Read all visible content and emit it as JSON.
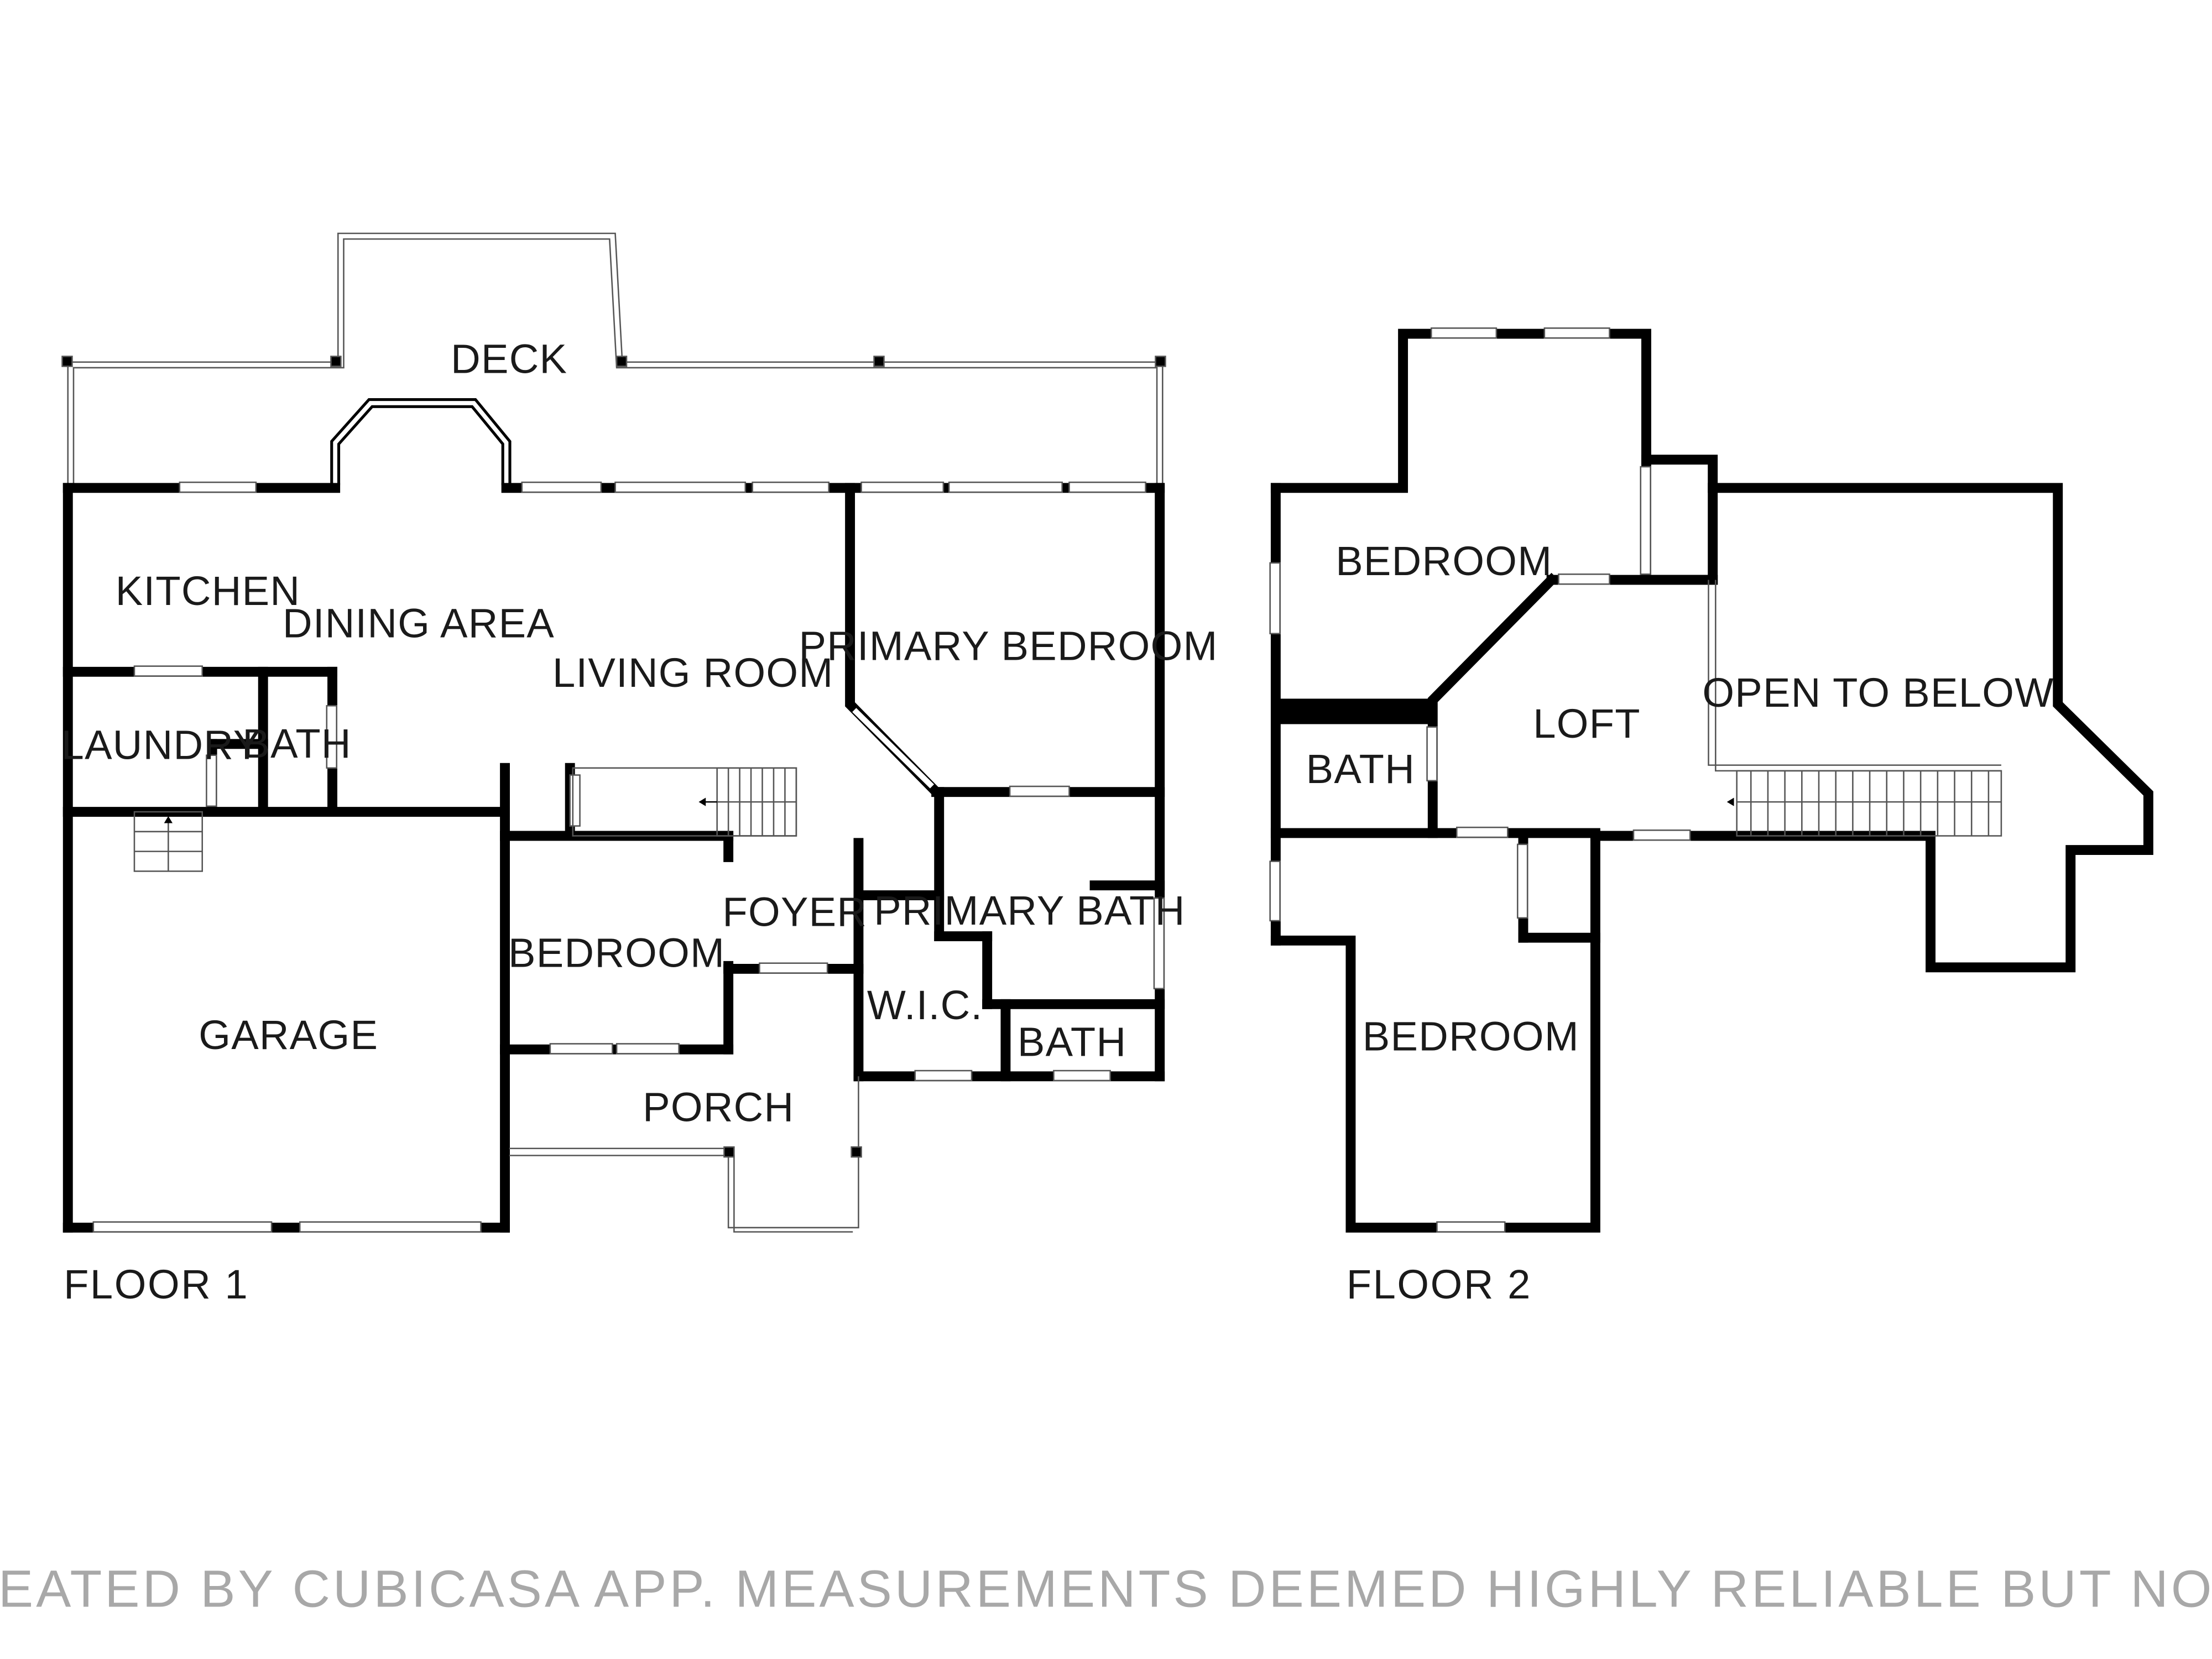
{
  "floors": [
    {
      "label": "FLOOR 1",
      "rooms": {
        "deck": "DECK",
        "kitchen": "KITCHEN",
        "dining_area": "DINING AREA",
        "living_room": "LIVING ROOM",
        "primary_bedroom": "PRIMARY BEDROOM",
        "laundry": "LAUNDRY",
        "bath": "BATH",
        "foyer": "FOYER",
        "primary_bath": "PRIMARY BATH",
        "bedroom": "BEDROOM",
        "wic": "W.I.C.",
        "garage": "GARAGE",
        "bath_2": "BATH",
        "porch": "PORCH"
      }
    },
    {
      "label": "FLOOR 2",
      "rooms": {
        "bedroom_upper": "BEDROOM",
        "open_to_below": "OPEN TO BELOW",
        "loft": "LOFT",
        "bath": "BATH",
        "bedroom_lower": "BEDROOM"
      }
    }
  ],
  "footer": "FLOOR PLAN CREATED BY CUBICASA APP. MEASUREMENTS DEEMED HIGHLY RELIABLE BUT NOT GUARANTEED.",
  "colors": {
    "wall": "#000000",
    "light_wall": "#555555",
    "background": "#ffffff",
    "footer_text": "#a8a8a8"
  }
}
